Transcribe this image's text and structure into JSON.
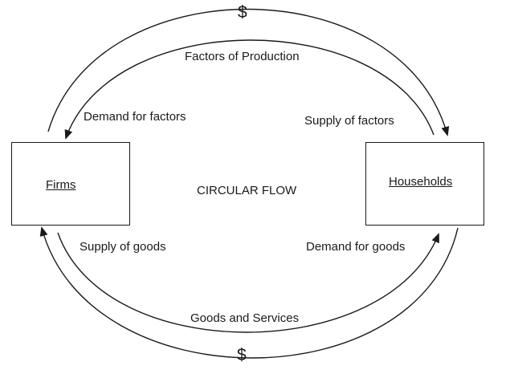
{
  "diagram": {
    "center_title": "CIRCULAR FLOW",
    "nodes": {
      "left": "Firms",
      "right": "Households"
    },
    "top_loop": {
      "symbol": "$",
      "flow_label": "Factors of Production",
      "left_label": "Demand for factors",
      "right_label": "Supply of factors"
    },
    "bottom_loop": {
      "symbol": "$",
      "flow_label": "Goods and Services",
      "left_label": "Supply of goods",
      "right_label": "Demand for goods"
    },
    "colors": {
      "line": "#1a1a1a",
      "background": "#ffffff"
    }
  }
}
